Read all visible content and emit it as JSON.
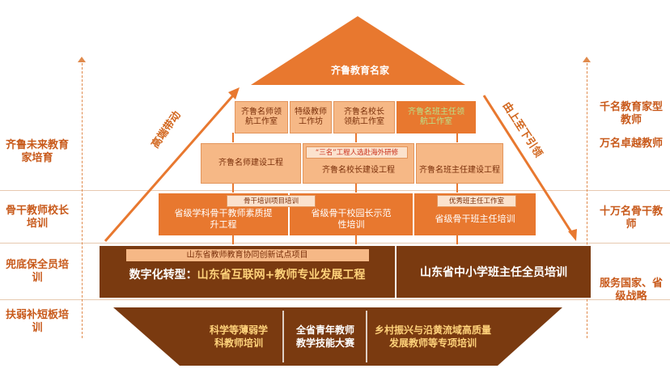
{
  "left_labels": [
    "齐鲁未来教育家培育",
    "骨干教师校长培训",
    "兜底保全员培训",
    "扶弱补短板培训"
  ],
  "right_labels": [
    "千名教育家型教师",
    "万名卓越教师",
    "十万名骨干教师",
    "服务国家、省级战略"
  ],
  "arrows": {
    "left": "高端带动",
    "right": "由上至下引领"
  },
  "top": {
    "title": "齐鲁教育名家"
  },
  "studios": [
    "齐鲁名师领航工作室",
    "特级教师工作坊",
    "齐鲁名校长领航工作室",
    "齐鲁名班主任领航工作室"
  ],
  "projects": {
    "teacher": "齐鲁名师建设工程",
    "principal_tag": "“三名”工程人选赴海外研修",
    "principal": "齐鲁名校长建设工程",
    "homeroom": "齐鲁名班主任建设工程"
  },
  "backbone": {
    "tag_left": "骨干培训项目培训",
    "tag_right": "优秀班主任工作室",
    "b1": "省级学科骨干教师素质提升工程",
    "b2": "省级骨干校园长示范性培训",
    "b3": "省级骨干班主任培训"
  },
  "base": {
    "subtitle": "山东省教师教育协同创新试点项目",
    "digital_prefix": "数字化转型：",
    "digital_main": "山东省互联网+教师专业发展工程",
    "homeroom_all": "山东省中小学班主任全员培训"
  },
  "bottom": {
    "b1": "科学等薄弱学科教师培训",
    "b2": "全省青年教师教学技能大赛",
    "b3": "乡村振兴与沿黄流域高质量发展教师等专项培训"
  }
}
